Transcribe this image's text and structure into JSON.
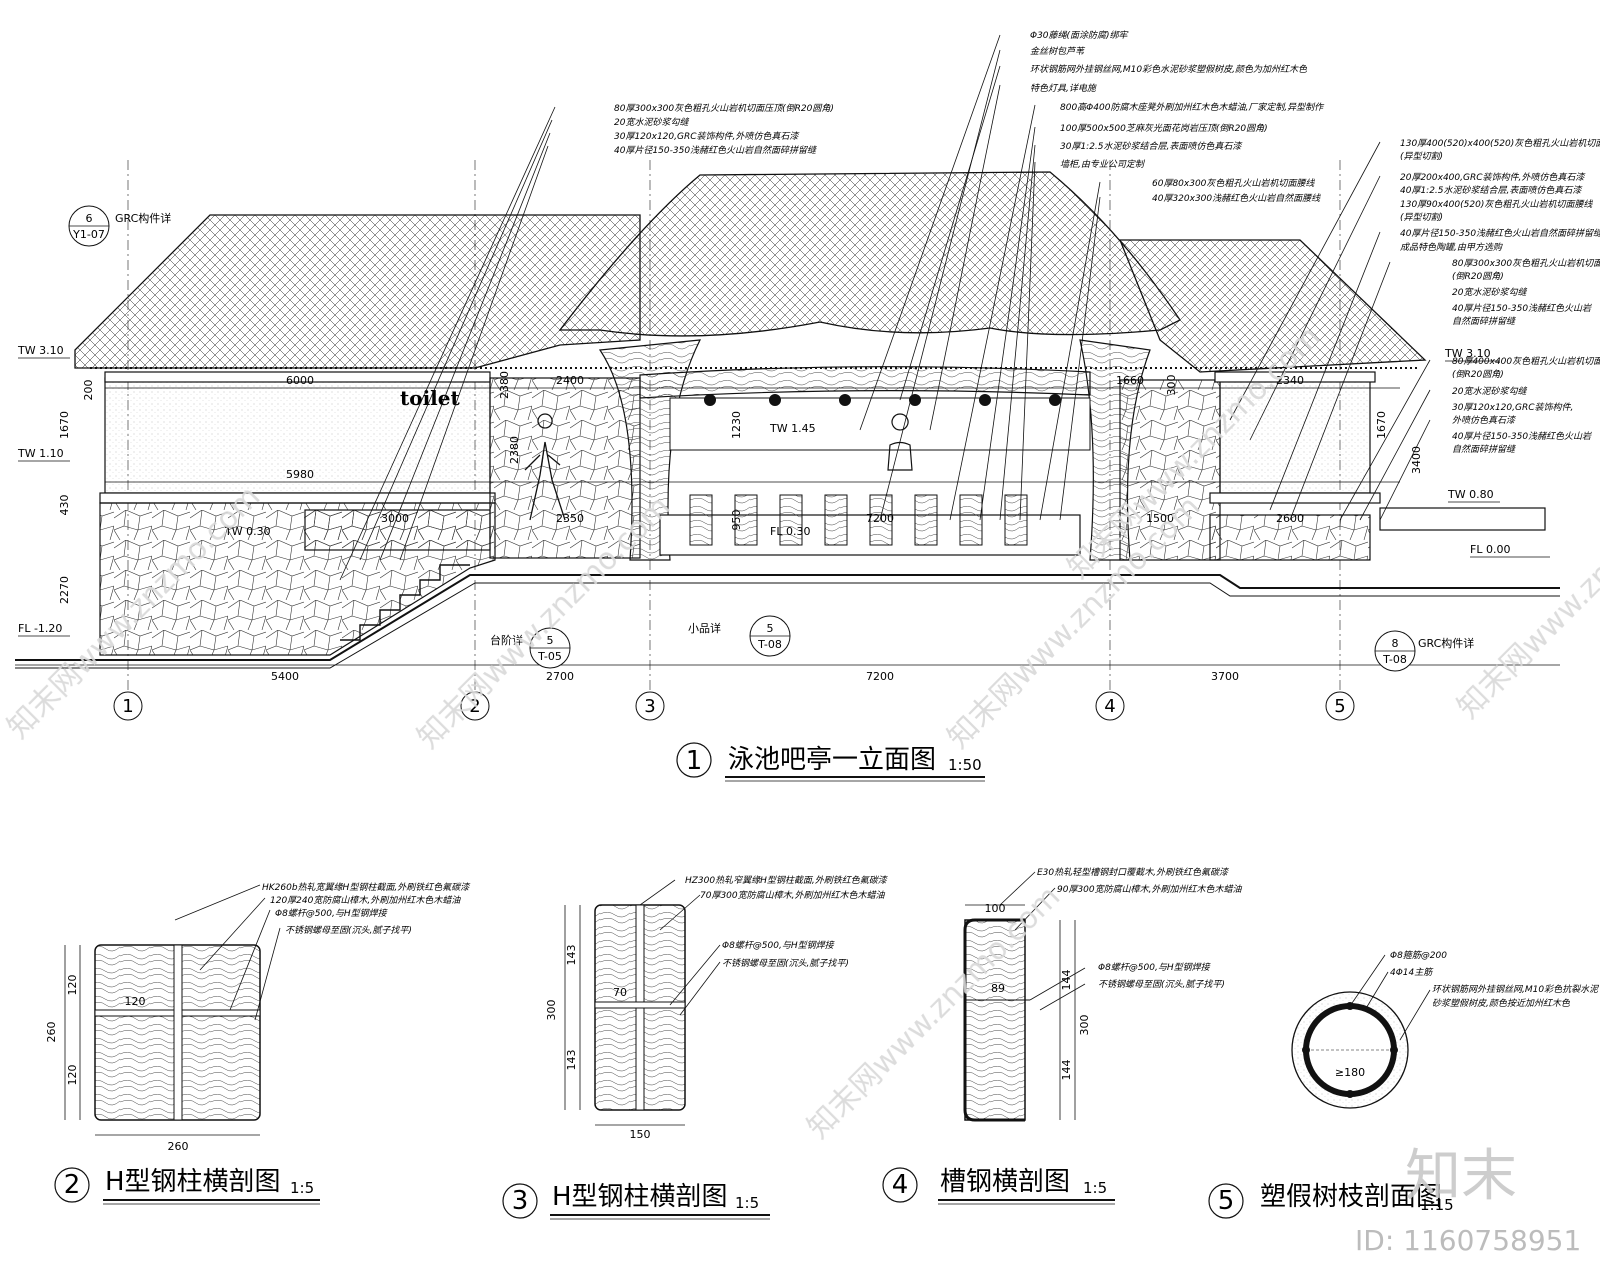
{
  "main_view": {
    "number": "1",
    "title": "泳池吧亭一立面图",
    "scale": "1:50",
    "sign": "toilet",
    "axes": [
      "1",
      "2",
      "3",
      "4",
      "5"
    ],
    "bottom_dims": [
      "5400",
      "2700",
      "7200",
      "3700"
    ],
    "top_dims": [
      "6000",
      "2400",
      "1660",
      "2340"
    ],
    "mid_dims": [
      "5980",
      "3000",
      "2350",
      "7200",
      "1500",
      "2600"
    ],
    "levels": [
      "TW 3.10",
      "TW 1.10",
      "FL -1.20",
      "TW 0.30",
      "TW 3.10",
      "TW 0.80",
      "FL 0.00",
      "TW 1.45",
      "FL 0.30"
    ],
    "vertical_dims": [
      "1670",
      "430",
      "2270",
      "200",
      "2380",
      "2380",
      "1230",
      "950",
      "1670",
      "3400",
      "300"
    ],
    "sub_callouts": [
      {
        "num": "6",
        "sheet": "Y1-07",
        "text": "GRC构件详"
      },
      {
        "num": "5",
        "sheet": "T-05",
        "text": "台阶详"
      },
      {
        "num": "5",
        "sheet": "T-08",
        "text": "小品详"
      },
      {
        "num": "8",
        "sheet": "T-08",
        "text": "GRC构件详"
      }
    ],
    "labels_left": [
      "80厚300x300灰色粗孔火山岩机切面压顶(倒R20圆角)",
      "20宽水泥砂浆勾缝",
      "30厚120x120,GRC装饰构件,外喷仿色真石漆",
      "40厚片径150-350浅赭红色火山岩自然面碎拼留缝"
    ],
    "labels_top": [
      "Φ30藤绳(面涂防腐)绑牢",
      "金丝树包芦苇",
      "环状钢筋网外挂钢丝网,M10彩色水泥砂浆塑假树皮,颜色为加州红木色",
      "特色灯具,详电施",
      "800高Φ400防腐木座凳外刷加州红木色木蜡油,厂家定制,异型制作",
      "100厚500x500芝麻灰光面花岗岩压顶(倒R20圆角)",
      "30厚1:2.5水泥砂浆结合层,表面喷仿色真石漆",
      "墙柜,由专业公司定制",
      "60厚80x300灰色粗孔火山岩机切面腰线",
      "40厚320x300浅赭红色火山岩自然面腰线"
    ],
    "labels_right": [
      "130厚400(520)x400(520)灰色粗孔火山岩机切面压顶",
      "(异型切割)",
      "20厚200x400,GRC装饰构件,外喷仿色真石漆",
      "40厚1:2.5水泥砂浆结合层,表面喷仿色真石漆",
      "130厚90x400(520)灰色粗孔火山岩机切面腰线",
      "(异型切割)",
      "40厚片径150-350浅赭红色火山岩自然面碎拼留缝",
      "成品特色陶罐,由甲方选购",
      "80厚300x300灰色粗孔火山岩机切面压顶",
      "(倒R20圆角)",
      "20宽水泥砂浆勾缝",
      "40厚片径150-350浅赭红色火山岩",
      "自然面碎拼留缝",
      "80厚400x400灰色粗孔火山岩机切面压顶",
      "(倒R20圆角)",
      "20宽水泥砂浆勾缝",
      "30厚120x120,GRC装饰构件,",
      "外喷仿色真石漆",
      "40厚片径150-350浅赭红色火山岩",
      "自然面碎拼留缝"
    ]
  },
  "sections": [
    {
      "number": "2",
      "title": "H型钢柱横剖图",
      "scale": "1:5",
      "labels": [
        "HK260b热轧宽翼缘H型钢柱截面,外刷铁红色氟碳漆",
        "120厚240宽防腐山樟木,外刷加州红木色木蜡油",
        "Φ8螺杆@500,与H型钢焊接",
        "不锈钢螺母至固(沉头,腻子找平)"
      ],
      "dims": [
        "260",
        "120",
        "120",
        "120",
        "260"
      ]
    },
    {
      "number": "3",
      "title": "H型钢柱横剖图",
      "scale": "1:5",
      "labels": [
        "HZ300热轧窄翼缘H型钢柱截面,外刷铁红色氟碳漆",
        "70厚300宽防腐山樟木,外刷加州红木色木蜡油",
        "Φ8螺杆@500,与H型钢焊接",
        "不锈钢螺母至固(沉头,腻子找平)"
      ],
      "dims": [
        "300",
        "143",
        "143",
        "70",
        "150"
      ]
    },
    {
      "number": "4",
      "title": "槽钢横剖图",
      "scale": "1:5",
      "labels": [
        "E30热轧轻型槽钢封口覆截木,外刷铁红色氟碳漆",
        "90厚300宽防腐山樟木,外刷加州红木色木蜡油",
        "Φ8螺杆@500,与H型钢焊接",
        "不锈钢螺母至固(沉头,腻子找平)"
      ],
      "dims": [
        "100",
        "89",
        "144",
        "144",
        "300"
      ]
    },
    {
      "number": "5",
      "title": "塑假树枝剖面图",
      "scale": "1:15",
      "labels": [
        "Φ8箍筋@200",
        "4Φ14主筋",
        "环状钢筋网外挂钢丝网,M10彩色抗裂水泥",
        "砂浆塑假树皮,颜色按近加州红木色"
      ],
      "dims": [
        "≥180"
      ]
    }
  ],
  "watermark": {
    "logo": "知末",
    "id": "ID: 1160758951",
    "text": "知末网www.znzmo.com"
  }
}
